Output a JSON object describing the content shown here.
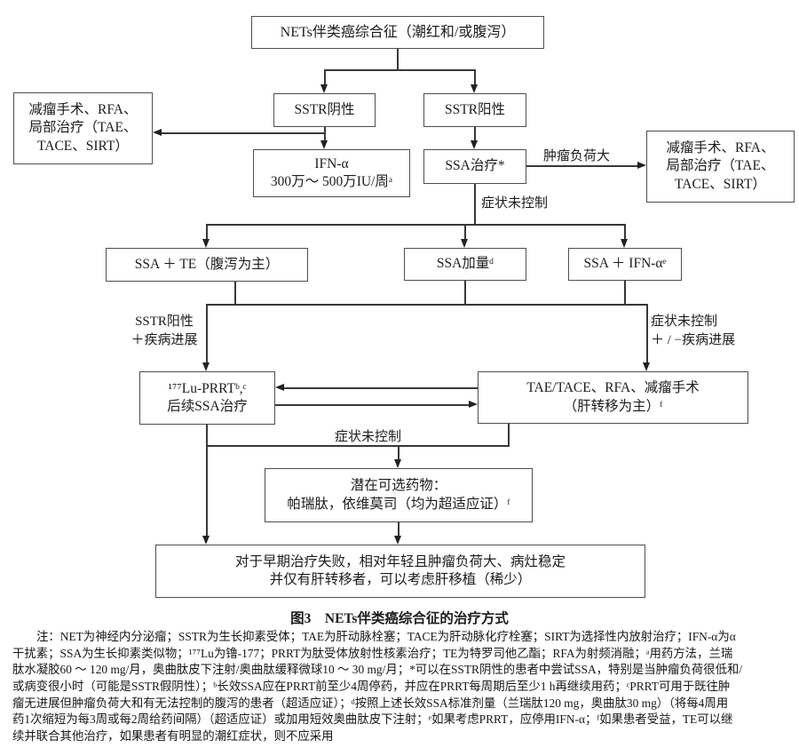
{
  "figure": {
    "caption": "图3　NETs伴类癌综合征的治疗方式",
    "notes": [
      "注：NET为神经内分泌瘤；SSTR为生长抑素受体；TAE为肝动脉栓塞；TACE为肝动脉化疗栓塞；SIRT为选择性内放射治疗；IFN-α为α",
      "干扰素；SSA为生长抑素类似物；¹⁷⁷Lu为镥-177；PRRT为肽受体放射性核素治疗；TE为特罗司他乙酯；RFA为射频消融；ᵃ用药方法，兰瑞",
      "肽水凝胶60 ～ 120 mg/月，奥曲肽皮下注射/奥曲肽缓释微球10 ～ 30 mg/月；*可以在SSTR阴性的患者中尝试SSA，特别是当肿瘤负荷很低和/",
      "或病变很小时（可能是SSTR假阴性）；ᵇ长效SSA应在PRRT前至少4周停药，并应在PRRT每周期后至少1 h再继续用药；ᶜPRRT可用于既往肿",
      "瘤无进展但肿瘤负荷大和有无法控制的腹泻的患者（超适应证）；ᵈ按照上述长效SSA标准剂量（兰瑞肽120 mg，奥曲肽30 mg）（将每4周用",
      "药1次缩短为每3周或每2周给药间隔）（超适应证）或加用短效奥曲肽皮下注射；ᵉ如果考虑PRRT，应停用IFN-α；ᶠ如果患者受益，TE可以继",
      "续并联合其他治疗，如果患者有明显的潮红症状，则不应采用"
    ]
  },
  "nodes": {
    "root": "NETs伴类癌综合征（潮红和/或腹泻）",
    "sstr_negative": "SSTR阴性",
    "debulk_left": "减瘤手术、RFA、\n局部治疗（TAE、\nTACE、SIRT）",
    "ifn": "IFN-α\n300万～ 500万IU/周ᵃ",
    "sstr_positive": "SSTR阳性",
    "ssa_therapy": "SSA治疗*",
    "debulk_right": "减瘤手术、RFA、\n局部治疗（TAE、\nTACE、SIRT）",
    "ssa_te": "SSA ＋ TE（腹泻为主）",
    "ssa_increase": "SSA加量ᵈ",
    "ssa_ifn": "SSA ＋ IFN-αᵉ",
    "lu_prrt": "¹⁷⁷Lu-PRRTᵇ,ᶜ\n后续SSA治疗",
    "tae_tace": "TAE/TACE、RFA、减瘤手术\n（肝转移为主）ᶠ",
    "potential_drugs": "潜在可选药物：\n帕瑞肽，依维莫司（均为超适应证）ᶠ",
    "liver_transplant": "对于早期治疗失败，相对年轻且肿瘤负荷大、病灶稳定\n并仅有肝转移者，可以考虑肝移植（稀少）"
  },
  "edge_labels": {
    "tumor_burden_large": "肿瘤负荷大",
    "symptoms_uncontrolled_top": "症状未控制",
    "sstr_pos_progression": "SSTR阳性\n＋疾病进展",
    "symptoms_plus_minus_progression": "症状未控制\n＋ / −疾病进展",
    "symptoms_uncontrolled_bottom": "症状未控制"
  },
  "colors": {
    "line": "#383838",
    "box_border": "#4e4e4e",
    "text": "#1c1c1c"
  }
}
